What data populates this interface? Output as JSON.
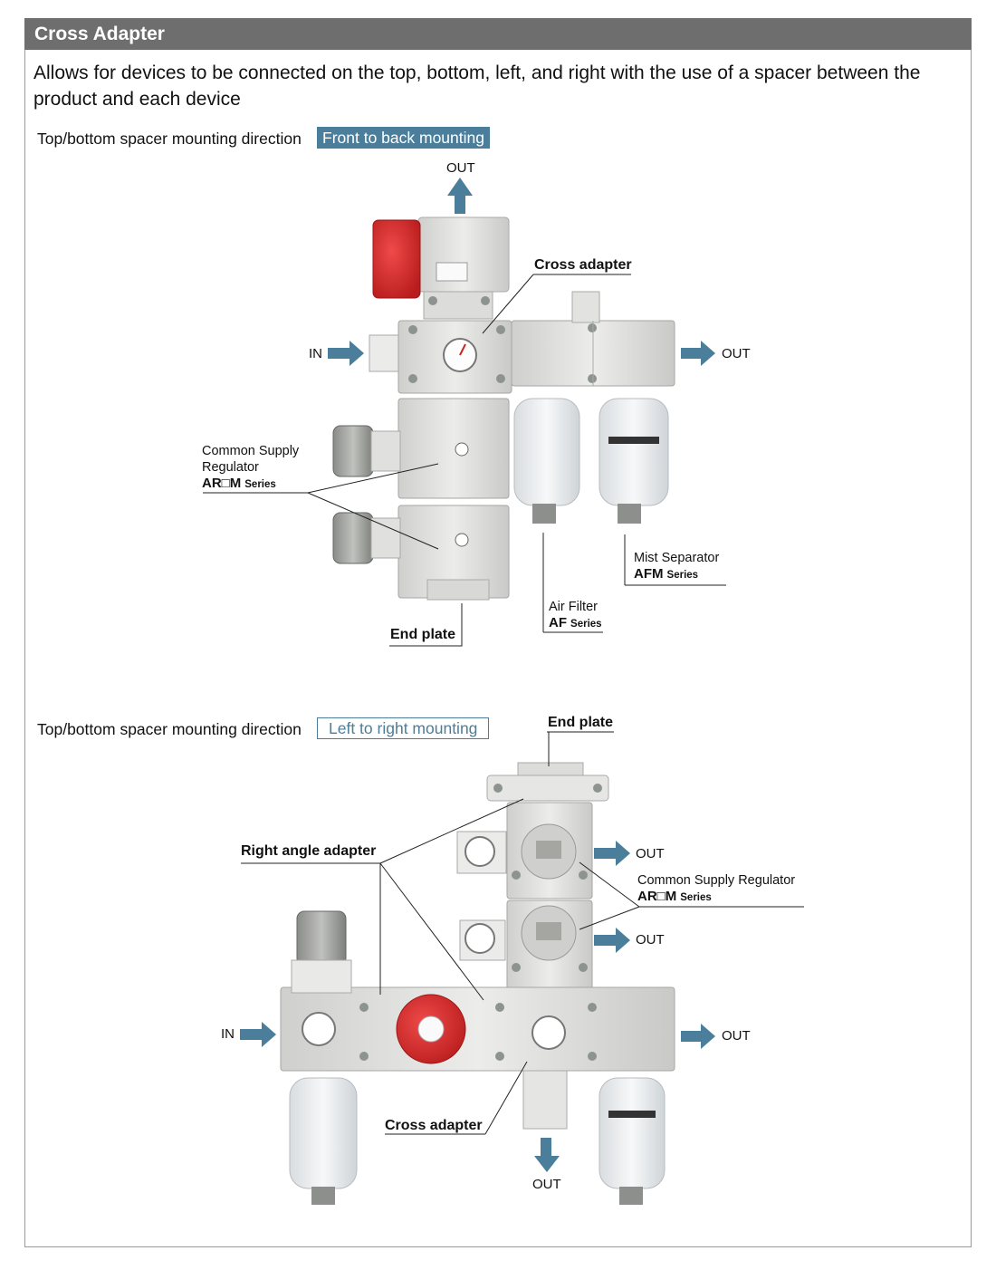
{
  "header": {
    "title": "Cross Adapter"
  },
  "intro": "Allows for devices to be connected on the top, bottom, left, and right with the use of a spacer between the product and each device",
  "section1": {
    "direction_label": "Top/bottom spacer mounting direction",
    "badge": "Front to back mounting",
    "out_top": "OUT",
    "in": "IN",
    "out_right": "OUT",
    "cross_adapter": "Cross adapter",
    "end_plate": "End plate",
    "regulator": {
      "line1": "Common Supply",
      "line2": "Regulator",
      "model": "AR□M",
      "series": "Series"
    },
    "mist": {
      "line1": "Mist Separator",
      "model": "AFM",
      "series": "Series"
    },
    "filter": {
      "line1": "Air Filter",
      "model": "AF",
      "series": "Series"
    }
  },
  "section2": {
    "direction_label": "Top/bottom spacer mounting direction",
    "badge": "Left to right mounting",
    "end_plate": "End plate",
    "right_angle": "Right angle adapter",
    "cross_adapter": "Cross adapter",
    "in": "IN",
    "out_1": "OUT",
    "out_2": "OUT",
    "out_3": "OUT",
    "out_bottom": "OUT",
    "regulator": {
      "line1": "Common Supply Regulator",
      "model": "AR□M",
      "series": "Series"
    }
  },
  "colors": {
    "header_bg": "#6e6e6e",
    "accent": "#4a7e9b",
    "device_body": "#e4e4e2",
    "red_cap": "#d42a2a"
  }
}
